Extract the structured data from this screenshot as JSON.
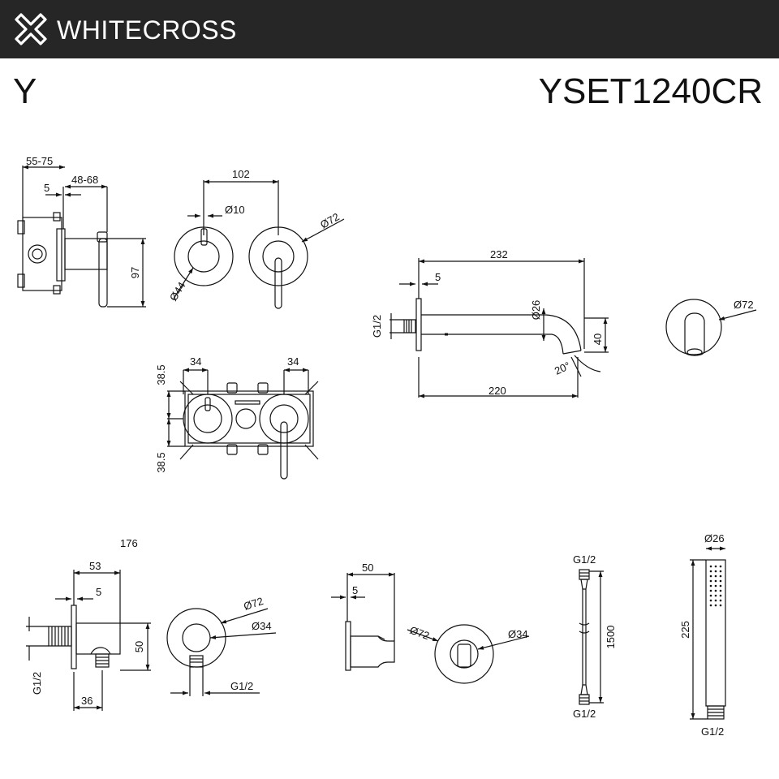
{
  "header": {
    "brand": "WHITECROSS",
    "brand_color": "#262626",
    "logo_icon": "x-cross-logo-icon"
  },
  "product": {
    "series": "Y",
    "code": "YSET1240CR"
  },
  "dimensions": {
    "mixer_side": {
      "d1": "55-75",
      "d2": "5",
      "d3": "48-68",
      "d4": "97"
    },
    "mixer_front": {
      "d1": "102",
      "d2": "Ø10",
      "d3": "Ø72",
      "d4": "Ø44"
    },
    "box": {
      "d1": "34",
      "d2": "34",
      "d3": "38.5",
      "d4": "38.5"
    },
    "spout_side": {
      "d1": "232",
      "d2": "5",
      "d3": "Ø26",
      "d4": "G1/2",
      "d5": "40",
      "d6": "20°",
      "d7": "220"
    },
    "spout_front": {
      "d1": "Ø72"
    },
    "outlet_side": {
      "d1": "176",
      "d2": "53",
      "d3": "5",
      "d4": "50",
      "d5": "G1/2",
      "d6": "36"
    },
    "outlet_front": {
      "d1": "Ø72",
      "d2": "Ø34",
      "d3": "G1/2"
    },
    "holder_side": {
      "d1": "50",
      "d2": "5"
    },
    "holder_front": {
      "d1": "Ø72",
      "d2": "Ø34"
    },
    "hose": {
      "d1": "G1/2",
      "d2": "1500",
      "d3": "G1/2"
    },
    "handshower": {
      "d1": "Ø26",
      "d2": "225",
      "d3": "G1/2"
    }
  }
}
